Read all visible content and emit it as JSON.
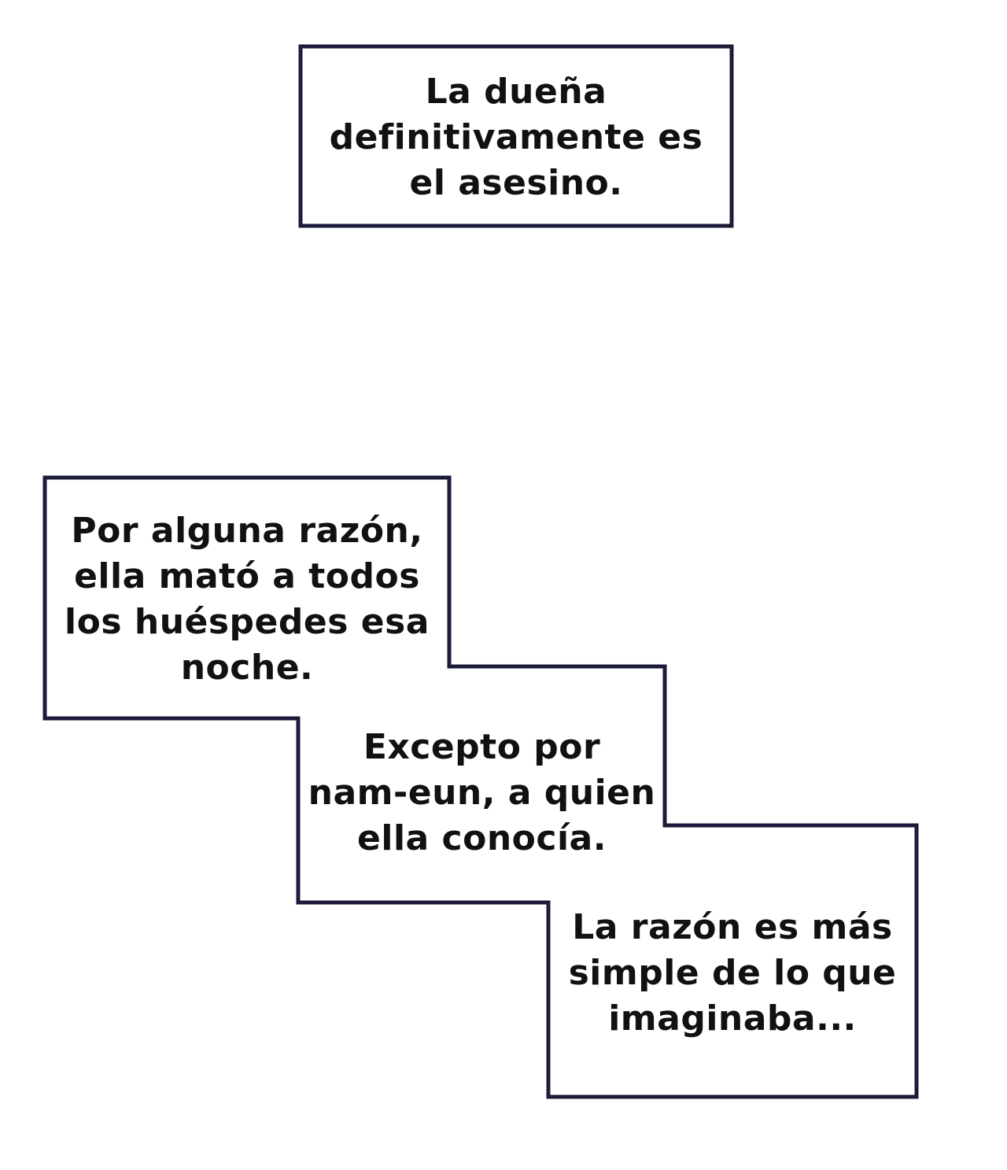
{
  "colors": {
    "background": "#ffffff",
    "border": "#1b1b3a",
    "text": "#111111"
  },
  "captions": [
    {
      "lines": [
        "La dueña",
        "definitivamente es",
        "el asesino."
      ]
    },
    {
      "lines": [
        "Por alguna razón,",
        "ella mató a todos",
        "los huéspedes esa",
        "noche."
      ]
    },
    {
      "lines": [
        "Excepto por",
        "nam-eun, a quien",
        "ella conocía."
      ]
    },
    {
      "lines": [
        "La razón es más",
        "simple de lo que",
        "imaginaba..."
      ]
    }
  ]
}
